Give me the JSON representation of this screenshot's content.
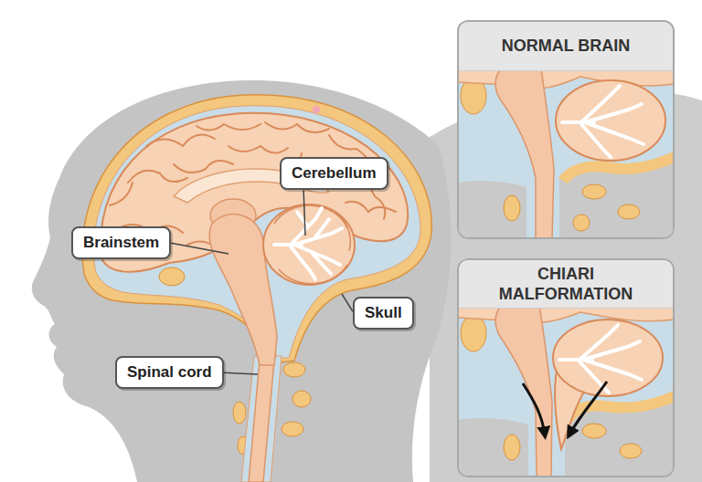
{
  "diagram": {
    "nodes": [
      {
        "text": [
          "Cerebellum"
        ]
      },
      {
        "text": [
          "Brainstem"
        ]
      },
      {
        "text": [
          "Skull"
        ]
      },
      {
        "text": [
          "Spinal cord"
        ]
      },
      {
        "text": [
          "NORMAL BRAIN"
        ]
      },
      {
        "text": [
          "CHIARI MALFORMATION"
        ]
      }
    ]
  }
}
